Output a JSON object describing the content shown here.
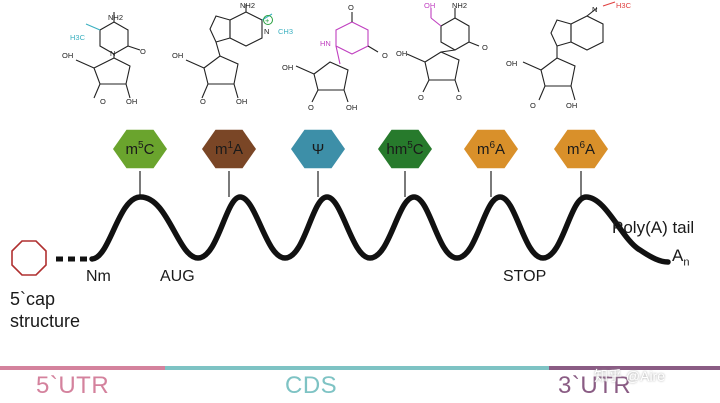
{
  "nucleosides": [
    {
      "id": "m5C",
      "base": "m",
      "sup": "5",
      "tail": "C",
      "color": "#6aa42d"
    },
    {
      "id": "m1A",
      "base": "m",
      "sup": "1",
      "tail": "A",
      "color": "#7a4626"
    },
    {
      "id": "psi",
      "base": "Ψ",
      "sup": "",
      "tail": "",
      "color": "#3d8fa8"
    },
    {
      "id": "hm5C",
      "base": "hm",
      "sup": "5",
      "tail": "C",
      "color": "#277a2c"
    },
    {
      "id": "m6A_1",
      "base": "m",
      "sup": "6",
      "tail": "A",
      "color": "#d9902a"
    },
    {
      "id": "m6A_2",
      "base": "m",
      "sup": "6",
      "tail": "A",
      "color": "#d9902a"
    }
  ],
  "chem_labels": {
    "nh2": "NH2",
    "o": "O",
    "oh": "OH",
    "n": "N",
    "hn": "HN",
    "h3c": "H3C",
    "ch3": "CH3",
    "plus": "+"
  },
  "labels": {
    "cap_line1": "5`cap",
    "cap_line2": "structure",
    "nm": "Nm",
    "aug": "AUG",
    "stop": "STOP",
    "polya": "Poly(A) tail",
    "an_base": "A",
    "an_sub": "n"
  },
  "regions": {
    "utr5": "5`UTR",
    "cds": "CDS",
    "utr3": "3`UTR"
  },
  "region_colors": {
    "utr5": "#d4829d",
    "cds": "#7ec3c4",
    "utr3": "#8a5c84"
  },
  "watermark": "知乎 @Aire"
}
